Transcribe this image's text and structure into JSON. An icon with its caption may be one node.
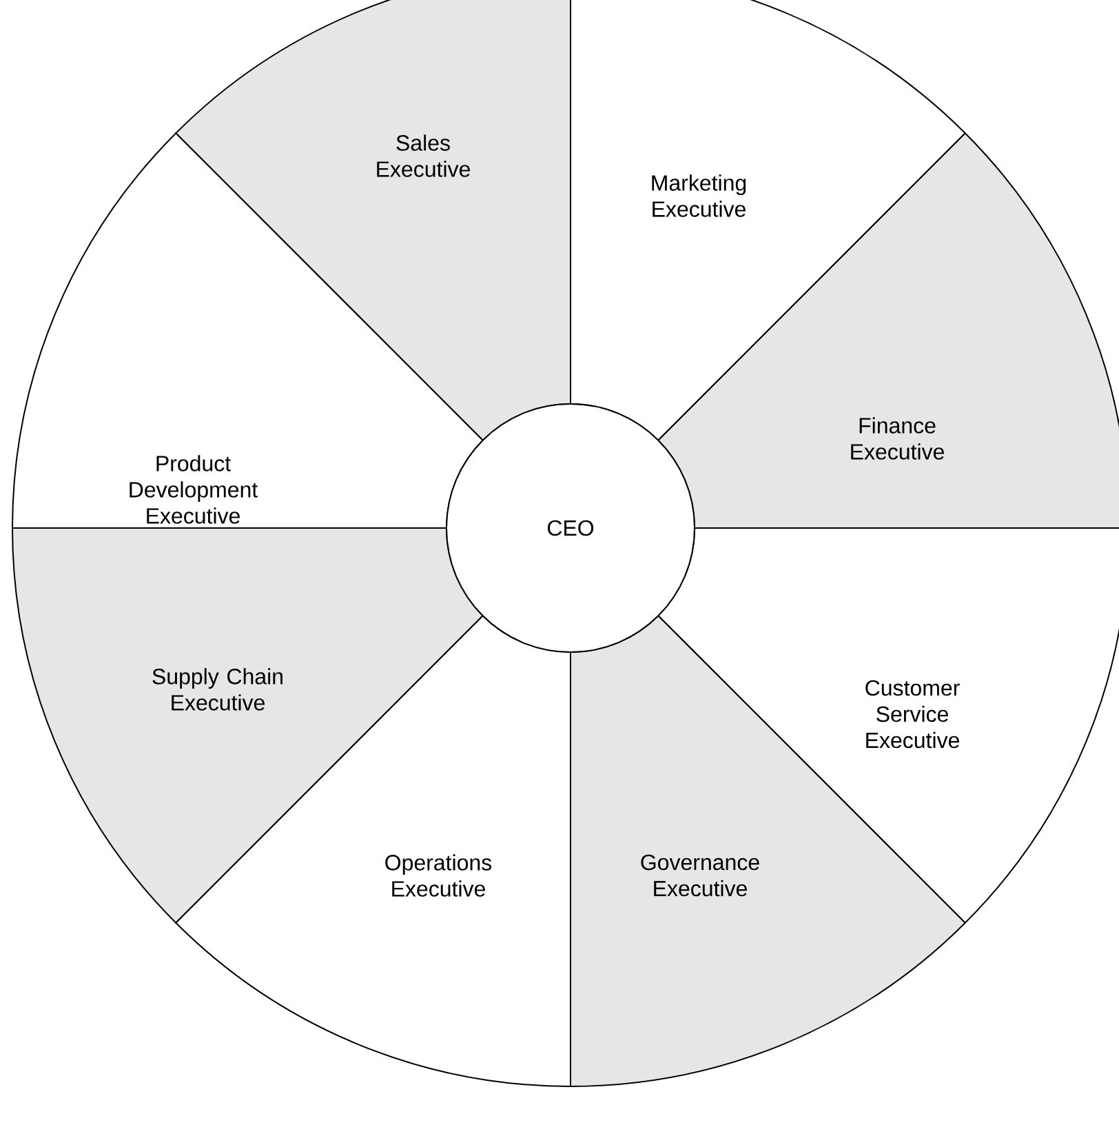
{
  "diagram": {
    "nodes": [
      {
        "text": [
          "Sales Executive"
        ]
      },
      {
        "text": [
          "Marketing Executive"
        ]
      },
      {
        "text": [
          "Product Development Executive"
        ]
      },
      {
        "text": [
          "Finance Executive"
        ]
      },
      {
        "text": [
          "CEO"
        ]
      },
      {
        "text": [
          "Supply Chain Executive"
        ]
      },
      {
        "text": [
          "Customer Service Executive"
        ]
      },
      {
        "text": [
          "Operations Executive"
        ]
      },
      {
        "text": [
          "Governance Executive"
        ]
      }
    ]
  }
}
